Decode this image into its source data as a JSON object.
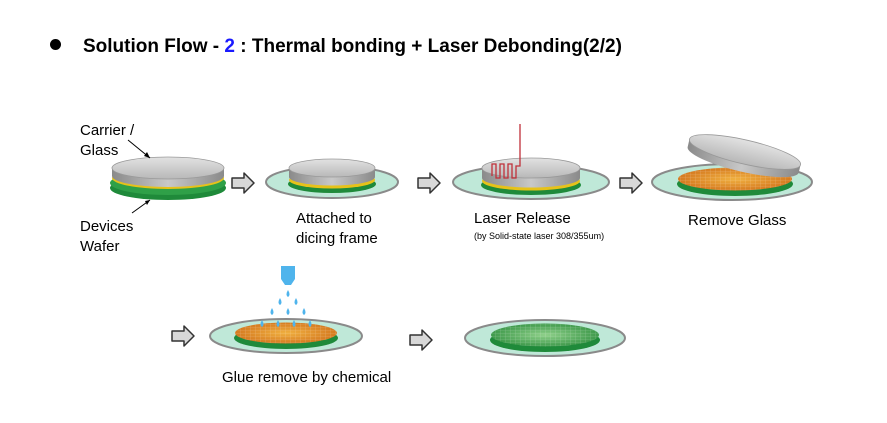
{
  "title": {
    "prefix": "Solution Flow - ",
    "number": "2",
    "suffix": " : Thermal bonding + Laser Debonding(2/2)",
    "number_color": "#1a1aff"
  },
  "labels": {
    "carrier_line1": "Carrier /",
    "carrier_line2": "Glass",
    "devices_line1": "Devices",
    "devices_line2": "Wafer",
    "attached_line1": "Attached to",
    "attached_line2": "dicing frame",
    "laser_release": "Laser Release",
    "laser_note": "(by Solid-state laser 308/355um)",
    "remove_glass": "Remove Glass",
    "glue_remove": "Glue remove by chemical"
  },
  "icons": [
    "bullet-icon",
    "arrow-right-icon",
    "laser-beam-icon",
    "chemical-nozzle-icon",
    "droplet-icon"
  ],
  "colors": {
    "glass": "#bdbdbd",
    "frame": "#bfe8d8",
    "wafer_green": "#1f8a3a",
    "glue_yellow": "#e6c21a",
    "wafer_orange": "#e08a20",
    "laser": "#c0303a",
    "chemical": "#4fb4ec"
  }
}
